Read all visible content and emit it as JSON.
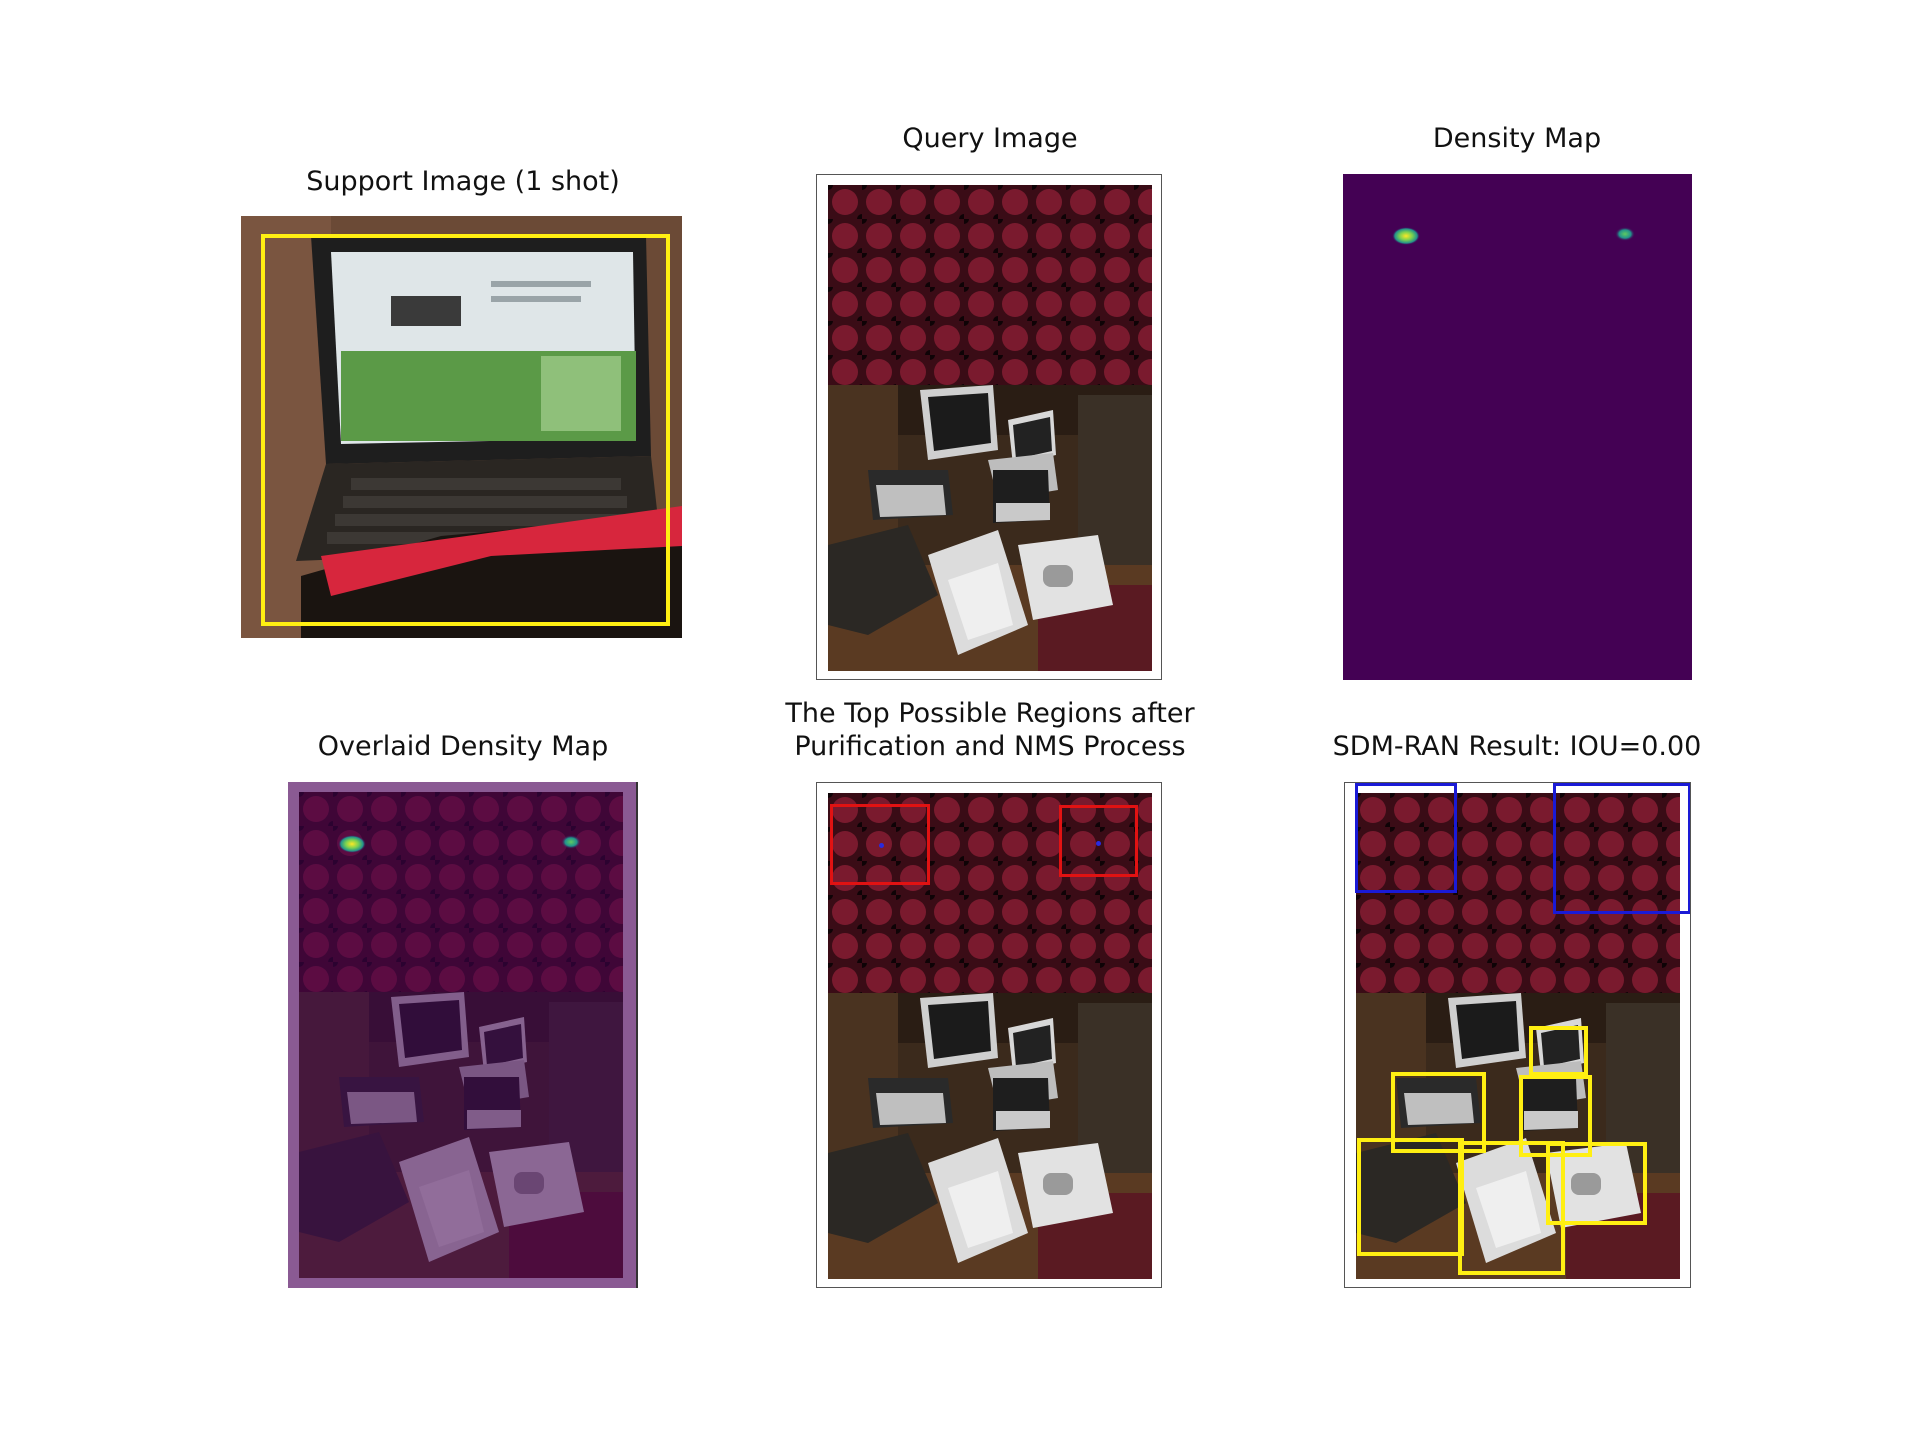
{
  "titles": {
    "support": "Support Image (1 shot)",
    "query": "Query Image",
    "density": "Density Map",
    "overlaid": "Overlaid Density Map",
    "regions": "The Top Possible Regions after Purification and NMS Process",
    "result": "SDM-RAN Result: IOU=0.00"
  },
  "colors": {
    "support_box": "#ffef12",
    "candidate_box": "#e11212",
    "predicted_box": "#1a1ad6",
    "ground_truth_box": "#ffef12",
    "density_background": "#440154",
    "overlay_tint": "#8a5a93"
  },
  "icons": {
    "support": "laptop-photo",
    "query": "room-with-laptops-photo"
  }
}
